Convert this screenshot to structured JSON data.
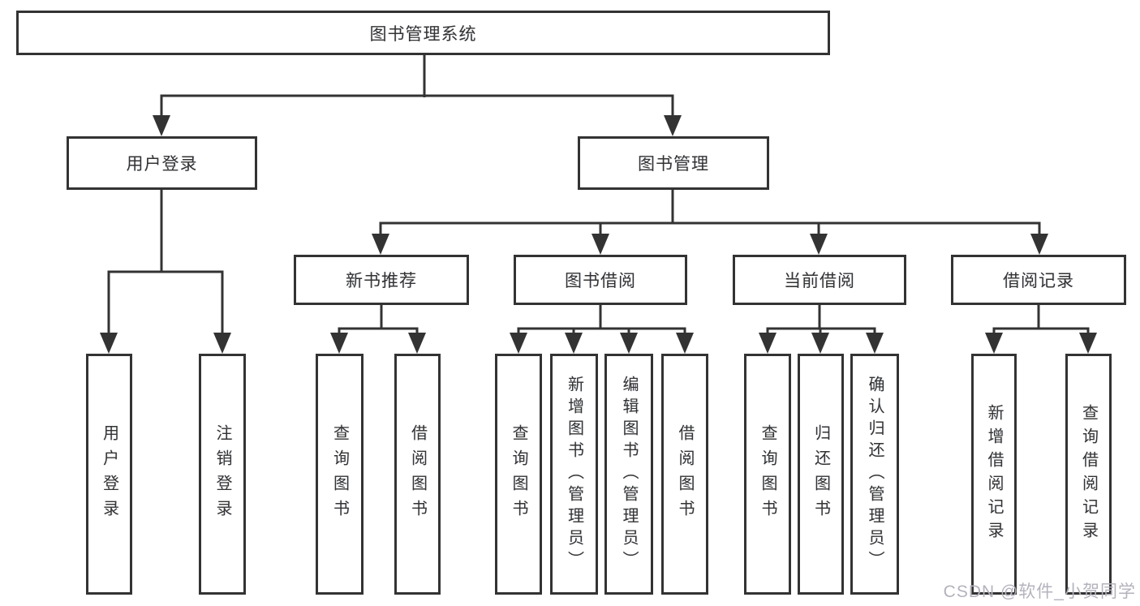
{
  "diagram": {
    "root": {
      "label": "图书管理系统",
      "children": [
        {
          "label": "用户登录",
          "children": [
            {
              "label": "用户登录"
            },
            {
              "label": "注销登录"
            }
          ]
        },
        {
          "label": "图书管理",
          "children": [
            {
              "label": "新书推荐",
              "children": [
                {
                  "label": "查询图书"
                },
                {
                  "label": "借阅图书"
                }
              ]
            },
            {
              "label": "图书借阅",
              "children": [
                {
                  "label": "查询图书"
                },
                {
                  "label": "新增图书（管理员）"
                },
                {
                  "label": "编辑图书（管理员）"
                },
                {
                  "label": "借阅图书"
                }
              ]
            },
            {
              "label": "当前借阅",
              "children": [
                {
                  "label": "查询图书"
                },
                {
                  "label": "归还图书"
                },
                {
                  "label": "确认归还（管理员）"
                }
              ]
            },
            {
              "label": "借阅记录",
              "children": [
                {
                  "label": "新增借阅记录"
                },
                {
                  "label": "查询借阅记录"
                }
              ]
            }
          ]
        }
      ]
    }
  },
  "watermark": {
    "text": "CSDN @软件_小贺同学"
  },
  "colors": {
    "line": "#333333",
    "box_border": "#333333",
    "text": "#333333",
    "watermark": "#b3b3bd",
    "background": "#ffffff"
  }
}
